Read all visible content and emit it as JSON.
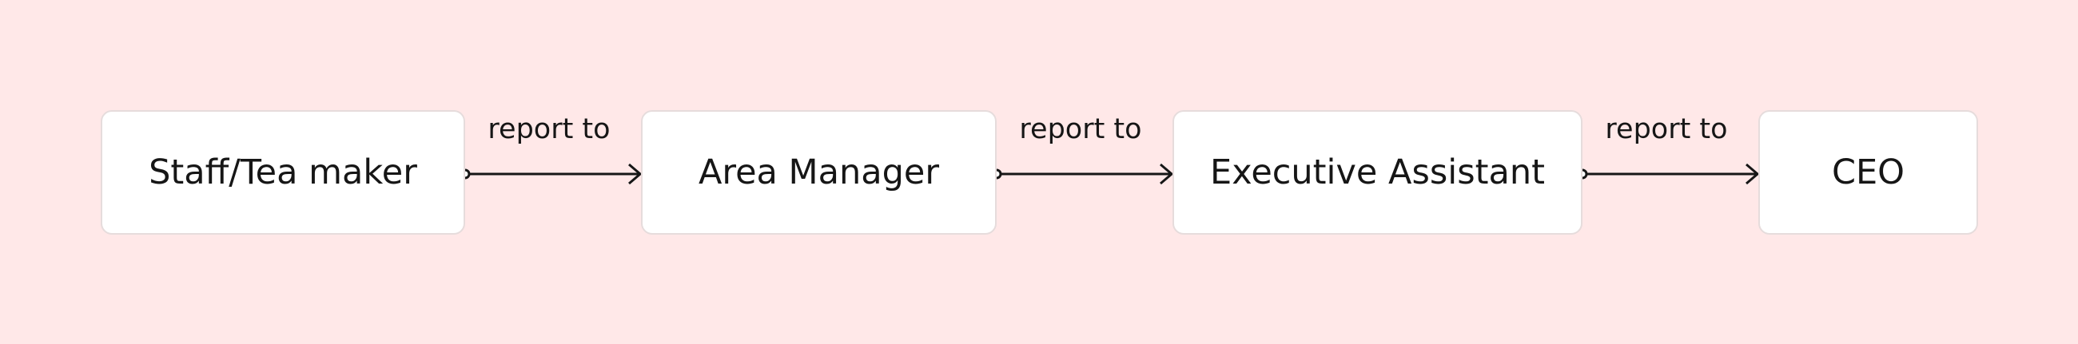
{
  "nodes": [
    {
      "id": "staff",
      "label": "Staff/Tea maker"
    },
    {
      "id": "area_manager",
      "label": "Area Manager"
    },
    {
      "id": "executive_assistant",
      "label": "Executive Assistant"
    },
    {
      "id": "ceo",
      "label": "CEO"
    }
  ],
  "edges": [
    {
      "from": "staff",
      "to": "area_manager",
      "label": "report to"
    },
    {
      "from": "area_manager",
      "to": "executive_assistant",
      "label": "report to"
    },
    {
      "from": "executive_assistant",
      "to": "ceo",
      "label": "report to"
    }
  ],
  "colors": {
    "background": "#ffe8e8",
    "node_fill": "#ffffff",
    "node_border": "#e6dcdc",
    "text": "#161616",
    "connector": "#161616"
  }
}
